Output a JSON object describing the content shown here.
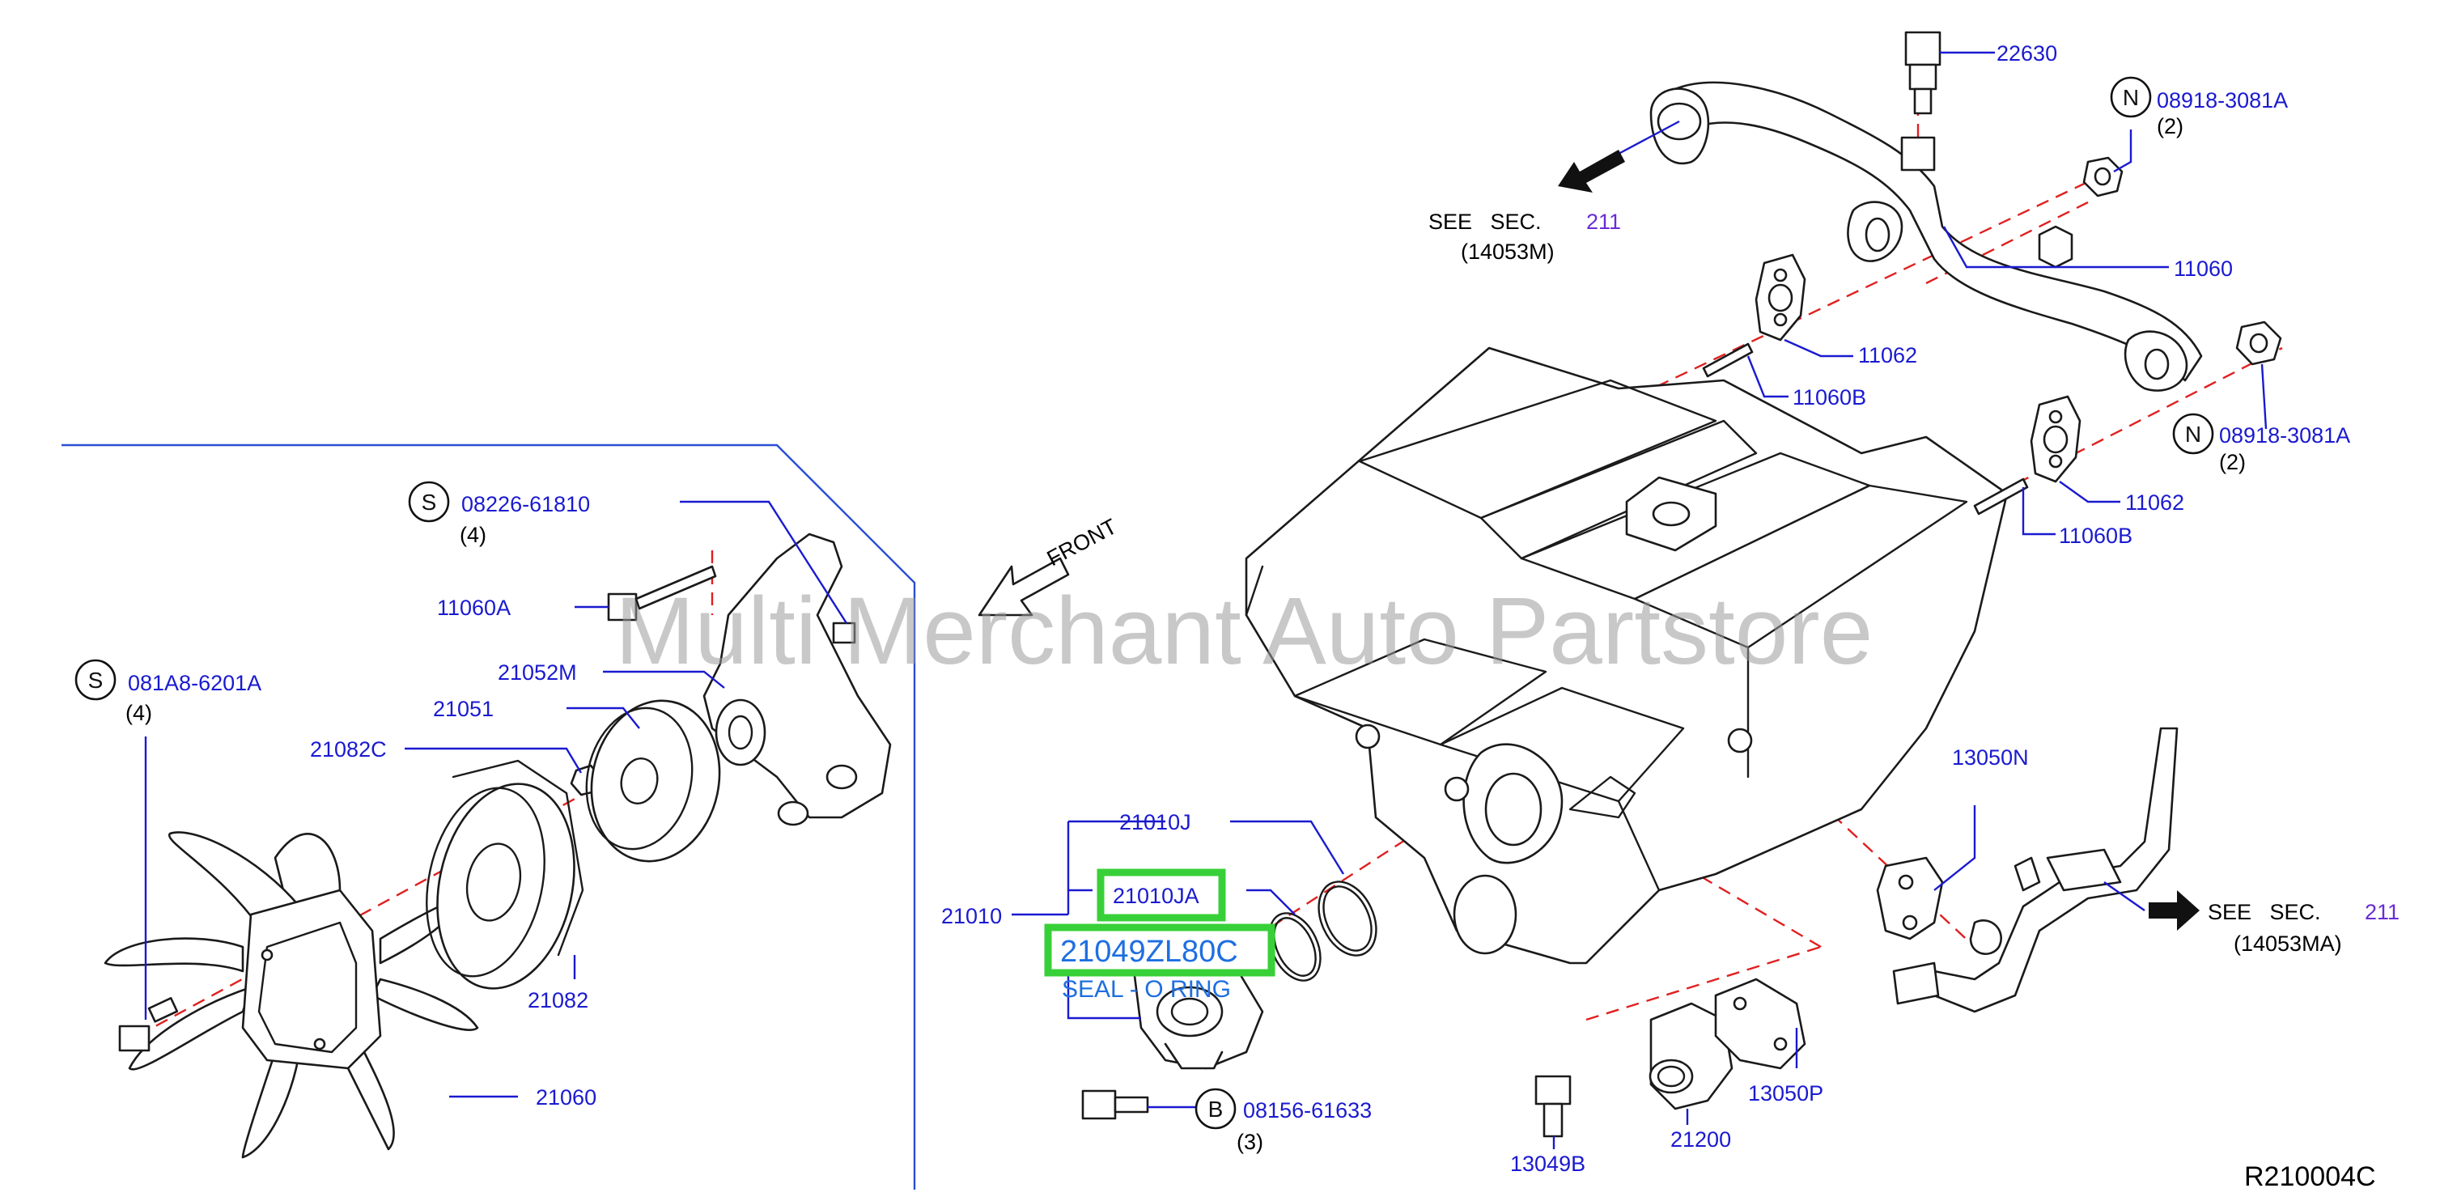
{
  "diagram": {
    "watermark": "Multi Merchant Auto Partstore",
    "front_label": "FRONT",
    "ref_code": "R210004C",
    "colors": {
      "label": "#1a1ad0",
      "highlight_border": "#38d038",
      "highlight_text": "#1e6fe0",
      "dashed": "#e02020",
      "see_number": "#6a2bd6"
    },
    "labels": {
      "p22630": "22630",
      "p08918_top": "08918-3081A",
      "p08918_top_qty": "(2)",
      "p11060": "11060",
      "p11062_a": "11062",
      "p11060B_a": "11060B",
      "p08918_mid": "08918-3081A",
      "p08918_mid_qty": "(2)",
      "p11062_b": "11062",
      "p11060B_b": "11060B",
      "p08226": "08226-61810",
      "p08226_qty": "(4)",
      "p11060A": "11060A",
      "p21052M": "21052M",
      "p21051": "21051",
      "p081A8": "081A8-6201A",
      "p081A8_qty": "(4)",
      "p21082C": "21082C",
      "p21082": "21082",
      "p21060": "21060",
      "p21010J": "21010J",
      "p21010JA": "21010JA",
      "p21010": "21010",
      "p21049ZL80C": "21049ZL80C",
      "p21049_desc": "SEAL - O RING",
      "p08156": "08156-61633",
      "p08156_qty": "(3)",
      "p13050N": "13050N",
      "p13049B": "13049B",
      "p21200": "21200",
      "p13050P": "13050P"
    },
    "see_sec_top": {
      "text": "SEE   SEC.",
      "number": "211",
      "sub": "(14053M)"
    },
    "see_sec_right": {
      "text": "SEE   SEC.",
      "number": "211",
      "sub": "(14053MA)"
    },
    "symbols": {
      "n_top": "N",
      "n_mid": "N",
      "s_bolt": "S",
      "s_fan": "S",
      "b_bolt": "B"
    }
  }
}
